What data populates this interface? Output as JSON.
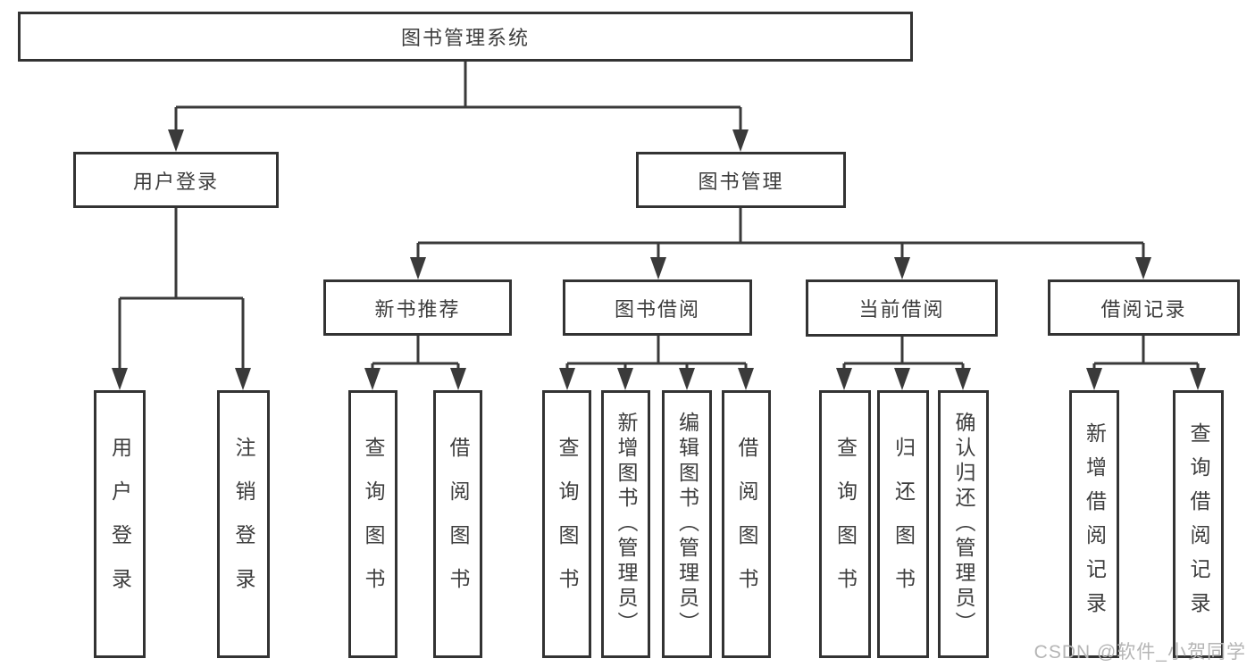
{
  "diagram": {
    "root": {
      "label": "图书管理系统"
    },
    "level2": [
      {
        "id": "user-login",
        "label": "用户登录"
      },
      {
        "id": "book-management",
        "label": "图书管理"
      }
    ],
    "level3": [
      {
        "id": "new-book-recommend",
        "label": "新书推荐"
      },
      {
        "id": "book-borrow",
        "label": "图书借阅"
      },
      {
        "id": "current-borrow",
        "label": "当前借阅"
      },
      {
        "id": "borrow-records",
        "label": "借阅记录"
      }
    ],
    "leaves": [
      {
        "parent": "user-login",
        "label": "用户登录"
      },
      {
        "parent": "user-login",
        "label": "注销登录"
      },
      {
        "parent": "new-book-recommend",
        "label": "查询图书"
      },
      {
        "parent": "new-book-recommend",
        "label": "借阅图书"
      },
      {
        "parent": "book-borrow",
        "label": "查询图书"
      },
      {
        "parent": "book-borrow",
        "label": "新增图书（管理员）"
      },
      {
        "parent": "book-borrow",
        "label": "编辑图书（管理员）"
      },
      {
        "parent": "book-borrow",
        "label": "借阅图书"
      },
      {
        "parent": "current-borrow",
        "label": "查询图书"
      },
      {
        "parent": "current-borrow",
        "label": "归还图书"
      },
      {
        "parent": "current-borrow",
        "label": "确认归还（管理员）"
      },
      {
        "parent": "borrow-records",
        "label": "新增借阅记录"
      },
      {
        "parent": "borrow-records",
        "label": "查询借阅记录"
      }
    ]
  },
  "watermark": {
    "text": "CSDN @软件_小贺同学"
  },
  "colors": {
    "box_border": "#333333",
    "connector": "#3a3a3a",
    "text": "#3d3d3d",
    "watermark_text": "#b5b5b5",
    "background": "#ffffff"
  }
}
